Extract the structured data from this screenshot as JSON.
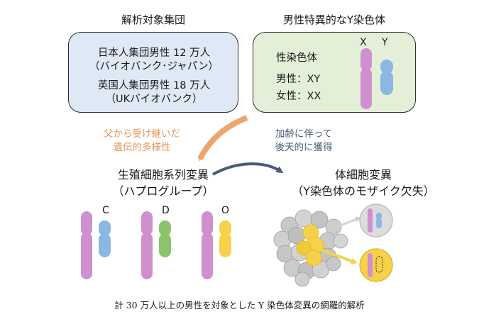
{
  "headers": {
    "left": "解析対象集団",
    "right": "男性特異的なY染色体"
  },
  "cohorts": {
    "japan_line1": "日本人集団男性 12 万人",
    "japan_line2": "（バイオバンク･ジャパン）",
    "uk_line1": "英国人集団男性 18 万人",
    "uk_line2": "（UKバイオバンク）"
  },
  "sex_chromosomes": {
    "label": "性染色体",
    "male": "男性：XY",
    "female": "女性：XX",
    "x_label": "X",
    "y_label": "Y"
  },
  "annotations": {
    "inherited_line1": "父から受け継いだ",
    "inherited_line2": "遺伝的多様性",
    "acquired_line1": "加齢に伴って",
    "acquired_line2": "後天的に獲得"
  },
  "germline": {
    "title": "生殖細胞系列変異",
    "subtitle": "（ハプログループ）",
    "haplogroups": [
      "C",
      "D",
      "O"
    ]
  },
  "somatic": {
    "title": "体細胞変異",
    "subtitle": "（Y染色体のモザイク欠失）"
  },
  "caption": "計 30 万人以上の男性を対象とした Y 染色体変異の網羅的解析",
  "colors": {
    "x_chromosome": "#d08fcf",
    "y_chromosome": "#8ab8e2",
    "hap_C": "#8ab8e2",
    "hap_D": "#8cc46a",
    "hap_O": "#f6d24a",
    "box_blue": "#dfe8f5",
    "box_green": "#e4efd8",
    "arrow_orange": "#eea66c",
    "arrow_slate": "#4a5a78",
    "cell_gray": "#c8c8c8",
    "cell_yellow": "#f6d24a"
  }
}
